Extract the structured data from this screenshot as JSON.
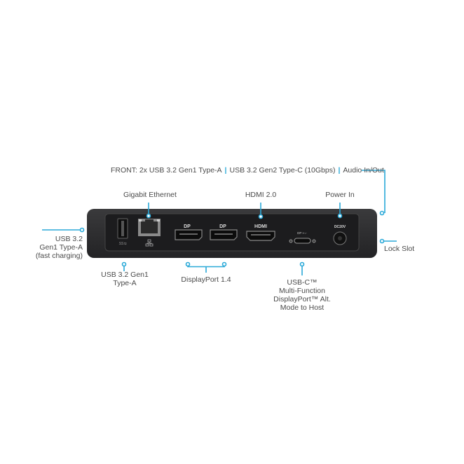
{
  "front": {
    "parts": [
      "FRONT: 2x USB 3.2 Gen1 Type-A",
      "USB 3.2 Gen2 Type-C (10Gbps)",
      "Audio In/Out"
    ],
    "separator": "|"
  },
  "labels": {
    "usb_left": [
      "USB 3.2",
      "Gen1 Type-A",
      "(fast charging)"
    ],
    "ethernet": "Gigabit Ethernet",
    "hdmi": "HDMI 2.0",
    "power": "Power In",
    "lock": "Lock Slot",
    "usb_rear": [
      "USB 3.2 Gen1",
      "Type-A"
    ],
    "displayport": "DisplayPort 1.4",
    "usbc": [
      "USB-C™",
      "Multi-Function",
      "DisplayPort™ Alt.",
      "Mode to Host"
    ]
  },
  "port_marks": {
    "dc": "DC20V",
    "hdmi_logo": "HDMI",
    "usb_ss": "SS",
    "dp_logo": "DP"
  },
  "colors": {
    "accent": "#2aa9d8",
    "device": "#2b2b2d",
    "panel": "#1c1c1e"
  }
}
